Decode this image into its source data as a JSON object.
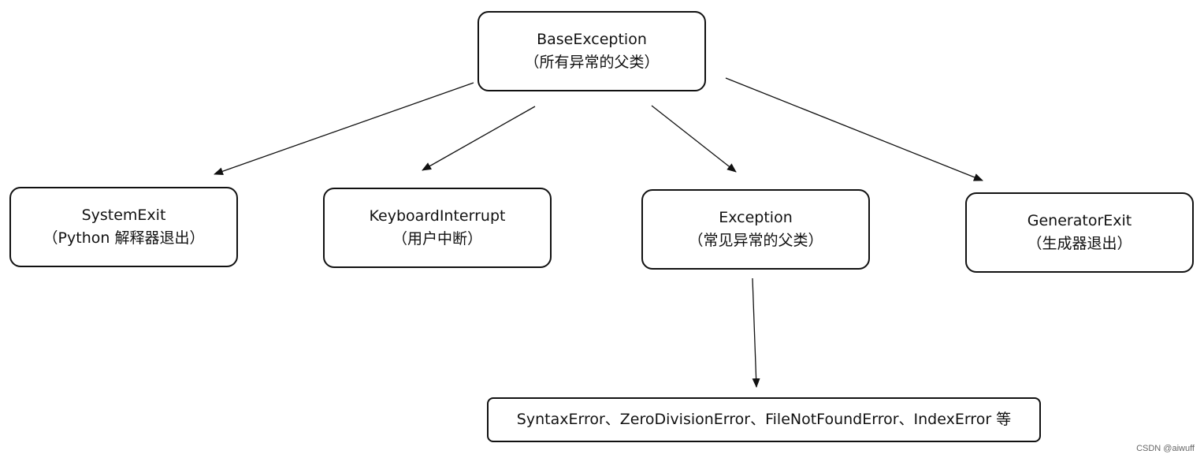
{
  "nodes": {
    "base_exception": {
      "name": "BaseException",
      "desc": "（所有异常的父类）"
    },
    "system_exit": {
      "name": "SystemExit",
      "desc": "（Python 解释器退出）"
    },
    "keyboard_interrupt": {
      "name": "KeyboardInterrupt",
      "desc": "（用户中断）"
    },
    "exception": {
      "name": "Exception",
      "desc": "（常见异常的父类）"
    },
    "generator_exit": {
      "name": "GeneratorExit",
      "desc": "（生成器退出）"
    },
    "common_errors": {
      "text": "SyntaxError、ZeroDivisionError、FileNotFoundError、IndexError 等"
    }
  },
  "edges": [
    {
      "from": "BaseException",
      "to": "SystemExit"
    },
    {
      "from": "BaseException",
      "to": "KeyboardInterrupt"
    },
    {
      "from": "BaseException",
      "to": "Exception"
    },
    {
      "from": "BaseException",
      "to": "GeneratorExit"
    },
    {
      "from": "Exception",
      "to": "SyntaxError、ZeroDivisionError、FileNotFoundError、IndexError 等"
    }
  ],
  "watermark": "CSDN @aiwuff",
  "colors": {
    "stroke": "#111111",
    "background": "#ffffff"
  }
}
